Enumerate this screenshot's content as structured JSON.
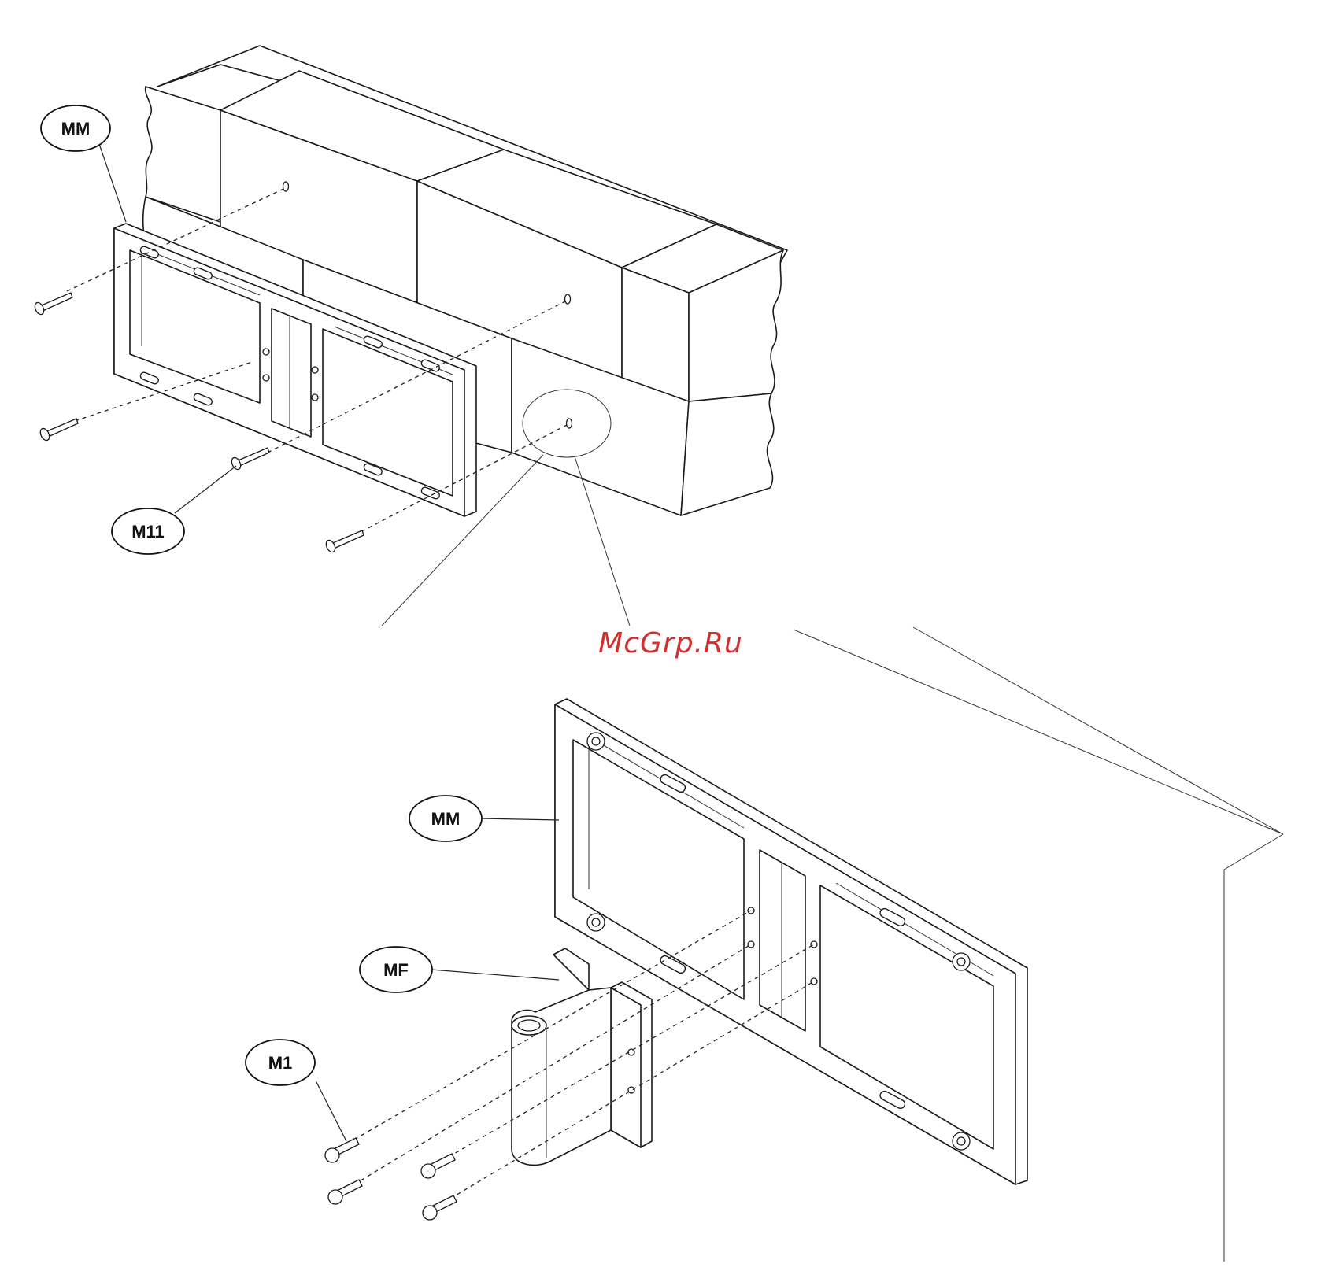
{
  "watermark": {
    "text": "McGrp.Ru",
    "color": "#d32f2f"
  },
  "labels": {
    "top_mm": "MM",
    "top_m11": "M11",
    "bottom_mm": "MM",
    "bottom_mf": "MF",
    "bottom_m1": "M1"
  },
  "colors": {
    "line": "#1a1a1a",
    "background": "#ffffff"
  }
}
